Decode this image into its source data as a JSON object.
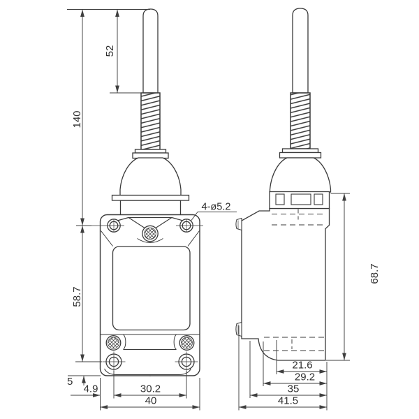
{
  "drawing": {
    "kind": "limit-switch two-view dimension drawing",
    "colors": {
      "line": "#3a3a3a",
      "dimension_line": "#424242",
      "background": "#ffffff",
      "text": "#2f2f2f"
    },
    "dimensions": {
      "front": {
        "tip_length": "52",
        "overall_length": "140",
        "mount_hole_spacing_vertical": "58.7",
        "base_offset": "5",
        "edge_to_hole": "4.9",
        "hole_spacing_horizontal": "30.2",
        "body_width": "40",
        "mount_holes_label": "4-ø5.2"
      },
      "side": {
        "body_height": "68.7",
        "depth_1": "21.6",
        "depth_2": "29.2",
        "depth_3": "35",
        "depth_4": "41.5"
      }
    }
  }
}
